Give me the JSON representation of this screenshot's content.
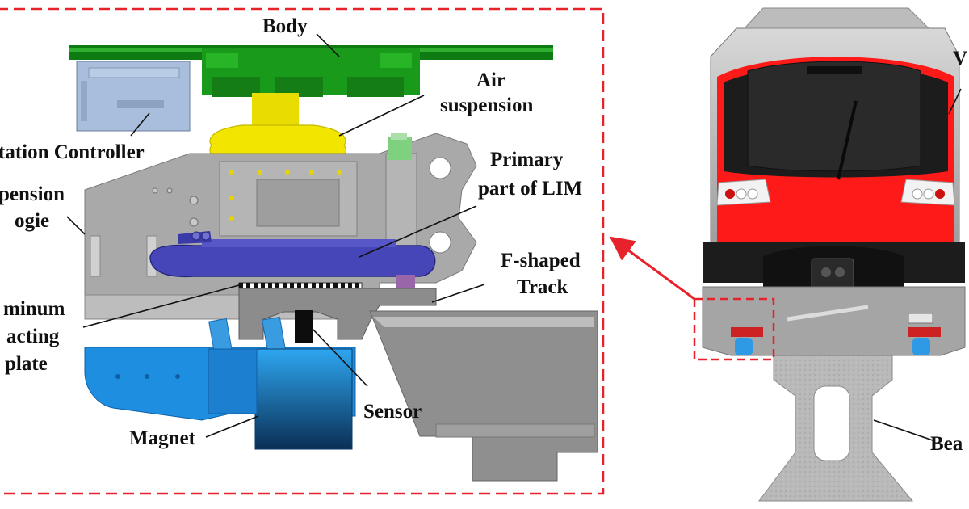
{
  "labels": {
    "body": "Body",
    "air_suspension_line1": "Air",
    "air_suspension_line2": "suspension",
    "levitation_controller": "tation Controller",
    "suspension_bogie_line1": "pension",
    "suspension_bogie_line2": "ogie",
    "primary_lim_line1": "Primary",
    "primary_lim_line2": "part of LIM",
    "f_track_line1": "F-shaped",
    "f_track_line2": "Track",
    "aluminum_plate_line1": "minum",
    "aluminum_plate_line2": "acting",
    "aluminum_plate_line3": "plate",
    "sensor": "Sensor",
    "magnet": "Magnet",
    "vehicle": "V",
    "beam": "Bea"
  },
  "colors": {
    "callout_red": "#e8222a",
    "body_green": "#1a9a1a",
    "rail_green": "#0e7a12",
    "air_spring_yellow": "#f2e600",
    "lim_blue": "#3a3aa8",
    "magnet_blue": "#1e8fe0",
    "magnet_dark": "#0a3a6a",
    "bogie_grey": "#a9a9a9",
    "track_grey": "#8c8c8c",
    "controller_blue": "#a9bedc",
    "train_red": "#ff1a1a",
    "train_black": "#1c1c1c",
    "beam_grey": "#b7b7b7"
  }
}
